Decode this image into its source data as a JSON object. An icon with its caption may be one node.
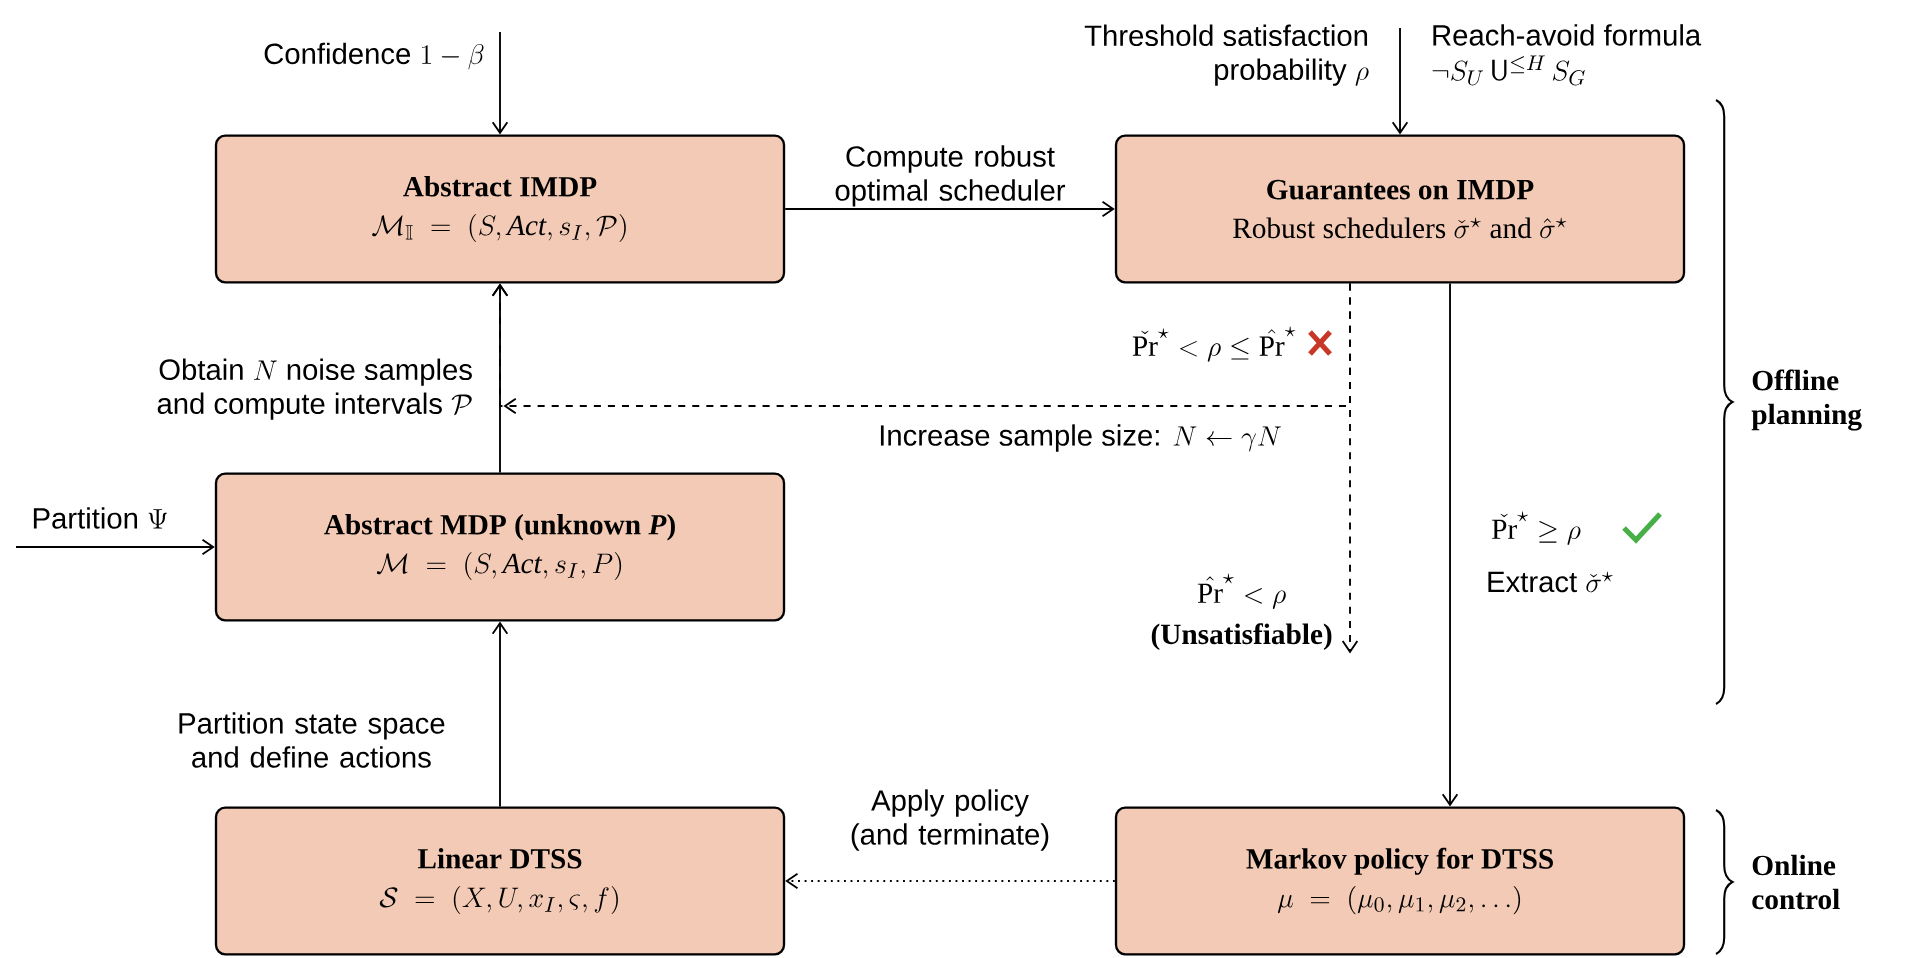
{
  "diagram": {
    "nodes": [
      {
        "text": [
          "Abstract IMDP",
          "\\mathcal{M}_{\\mathbb{I}} \\;=\\; (S, \\mathit{Act}, s_I, \\mathcal{P})"
        ]
      },
      {
        "text": [
          "Guarantees on IMDP",
          "\\text{Robust schedulers } \\check{\\sigma}^{\\star} \\text{ and } \\hat{\\sigma}^{\\star}"
        ]
      },
      {
        "text": [
          "Abstract MDP (unknown *P*)",
          "\\mathcal{M} \\;=\\; (S, \\mathit{Act}, s_I, P)"
        ]
      },
      {
        "text": [
          "Linear DTSS",
          "\\mathcal{S} \\;=\\; (X, U, x_I, \\varsigma, f)"
        ]
      },
      {
        "text": [
          "Markov policy for DTSS",
          "\\mu \\;=\\; (\\mu_0, \\mu_1, \\mu_2, \\ldots)"
        ]
      },
      {
        "text": [
          "\\hat{\\mathrm{Pr}}^{\\star} < \\rho",
          "(Unsatisfiable)"
        ]
      }
    ],
    "edges": [
      {
        "from": null,
        "to": 0,
        "arrow": "to",
        "label": "\\text{Confidence } 1-\\beta"
      },
      {
        "from": null,
        "to": 1,
        "arrow": "to",
        "label": "\\begin{array}{r}\\text{Threshold satisfaction}\\\\ \\text{probability } \\rho\\end{array}"
      },
      {
        "from": 0,
        "to": 1,
        "arrow": "to",
        "label": "Compute robust optimal scheduler"
      },
      {
        "from": 2,
        "to": 0,
        "arrow": "to",
        "label": "\\begin{array}{r}\\text{Obtain } N \\text{ noise samples}\\\\ \\text{and compute intervals } \\mathcal{P}\\end{array}"
      },
      {
        "from": 1,
        "to": 0,
        "arrow": "to",
        "style": "dashed",
        "label": "\\text{Increase sample size: } N \\leftarrow \\gamma N"
      },
      {
        "from": 1,
        "to": 5,
        "arrow": "to",
        "style": "dashed"
      },
      {
        "from": 1,
        "to": 4,
        "arrow": "to",
        "label": "\\check{\\mathrm{Pr}}^{\\star} \\geq \\rho"
      },
      {
        "from": 3,
        "to": 2,
        "arrow": "to",
        "label": "Partition state space and define actions"
      },
      {
        "from": 4,
        "to": 3,
        "arrow": "to",
        "style": "dashed",
        "label": "Apply policy (and terminate)"
      },
      {
        "from": null,
        "to": 2,
        "arrow": "to",
        "label": "\\text{Partition } \\Psi"
      }
    ],
    "labels": [
      "\\begin{array}{l}\\text{Reach-avoid formula}\\\\ \\neg S_U \\,\\mathsf{U}^{\\leq H}\\, S_G\\end{array}",
      "\\check{\\mathrm{Pr}}^{\\star} < \\rho \\leq \\hat{\\mathrm{Pr}}^{\\star}",
      "\\text{Extract } \\check{\\sigma}^{\\star}",
      "Offline planning",
      "Online control"
    ]
  }
}
